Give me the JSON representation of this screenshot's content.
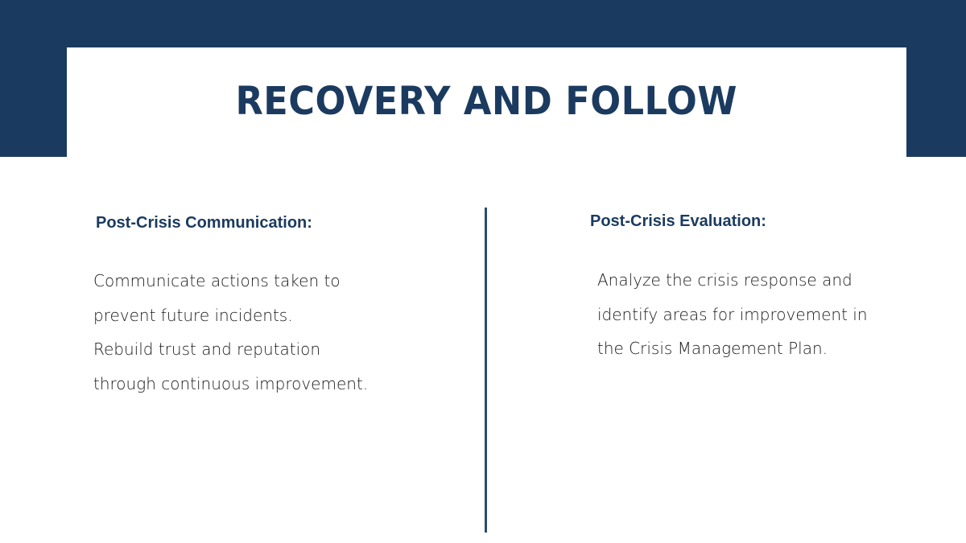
{
  "slide": {
    "title": "RECOVERY AND FOLLOW",
    "colors": {
      "primary": "#1b3a5f",
      "text": "#1a1a1a",
      "background": "#ffffff"
    },
    "left": {
      "heading": "Post-Crisis Communication:",
      "lines": [
        "Communicate actions taken to",
        "prevent future incidents.",
        "Rebuild trust and reputation",
        "through continuous improvement."
      ]
    },
    "right": {
      "heading": "Post-Crisis Evaluation:",
      "lines": [
        "Analyze the crisis response and",
        "identify areas for improvement in",
        "the Crisis Management Plan."
      ]
    }
  }
}
